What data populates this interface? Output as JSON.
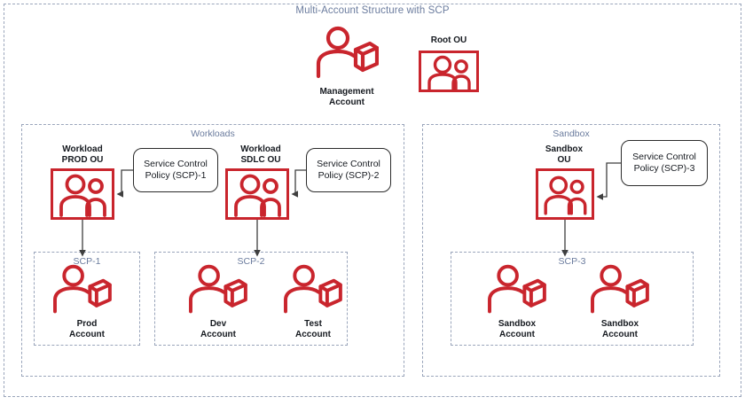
{
  "title": "Multi-Account Structure with SCP",
  "colors": {
    "accent_red": "#c9252d",
    "label_blue_gray": "#6b7c9e",
    "dash_border": "#9aa5bb",
    "connector": "#3f3f3f",
    "text_dark": "#15191f"
  },
  "top": {
    "management_account_label": "Management\nAccount",
    "root_ou_label": "Root OU"
  },
  "groups": [
    {
      "key": "workloads",
      "label": "Workloads"
    },
    {
      "key": "sandbox",
      "label": "Sandbox"
    }
  ],
  "ous": [
    {
      "key": "prod",
      "label": "Workload\nPROD OU"
    },
    {
      "key": "sdlc",
      "label": "Workload\nSDLC OU"
    },
    {
      "key": "sandbox",
      "label": "Sandbox\nOU"
    }
  ],
  "policies": [
    {
      "key": "scp1",
      "text": "Service Control Policy (SCP)-1"
    },
    {
      "key": "scp2",
      "text": "Service Control Policy (SCP)-2"
    },
    {
      "key": "scp3",
      "text": "Service Control Policy (SCP)-3"
    }
  ],
  "scp_groups": [
    {
      "key": "scp1",
      "label": "SCP-1"
    },
    {
      "key": "scp2",
      "label": "SCP-2"
    },
    {
      "key": "scp3",
      "label": "SCP-3"
    }
  ],
  "accounts": [
    {
      "key": "prod",
      "label": "Prod\nAccount"
    },
    {
      "key": "dev",
      "label": "Dev\nAccount"
    },
    {
      "key": "test",
      "label": "Test\nAccount"
    },
    {
      "key": "sandbox1",
      "label": "Sandbox\nAccount"
    },
    {
      "key": "sandbox2",
      "label": "Sandbox\nAccount"
    }
  ],
  "icons": {
    "management_account": "person-cube-icon",
    "root_ou": "two-people-boxed-icon",
    "ou": "two-people-boxed-icon",
    "account": "person-cube-icon"
  }
}
